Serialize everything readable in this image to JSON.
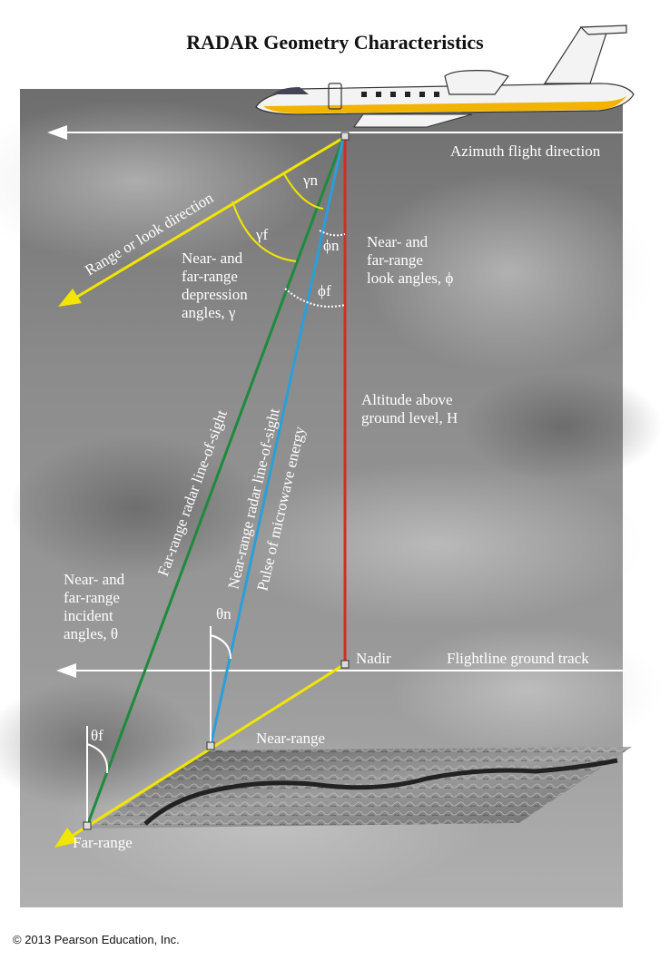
{
  "title": "RADAR Geometry Characteristics",
  "credit": "© 2013 Pearson Education, Inc.",
  "labels": {
    "azimuth": "Azimuth flight direction",
    "range_look": "Range or look direction",
    "gamma_n": "γn",
    "gamma_f": "γf",
    "phi_n": "ϕn",
    "phi_f": "ϕf",
    "theta_n": "θn",
    "theta_f": "θf",
    "look_angles": [
      "Near- and",
      "far-range",
      "look angles, ϕ"
    ],
    "depression_angles": [
      "Near- and",
      "far-range",
      "depression",
      "angles, γ"
    ],
    "altitude": [
      "Altitude above",
      "ground level, H"
    ],
    "incident_angles": [
      "Near- and",
      "far-range",
      "incident",
      "angles, θ"
    ],
    "far_los": "Far-range radar line-of-sight",
    "near_los": "Near-range radar line-of-sight",
    "pulse": "Pulse of microwave energy",
    "nadir": "Nadir",
    "ground_track": "Flightline ground track",
    "near_range": "Near-range",
    "far_range": "Far-range"
  },
  "colors": {
    "background_gray": "#8a8a8a",
    "yellow": "#f2e600",
    "green": "#1e8a3c",
    "blue": "#2a9fd8",
    "red": "#d42a2a",
    "white": "#ffffff",
    "aircraft_body": "#f3f3f3",
    "aircraft_stripe": "#f2b400"
  }
}
